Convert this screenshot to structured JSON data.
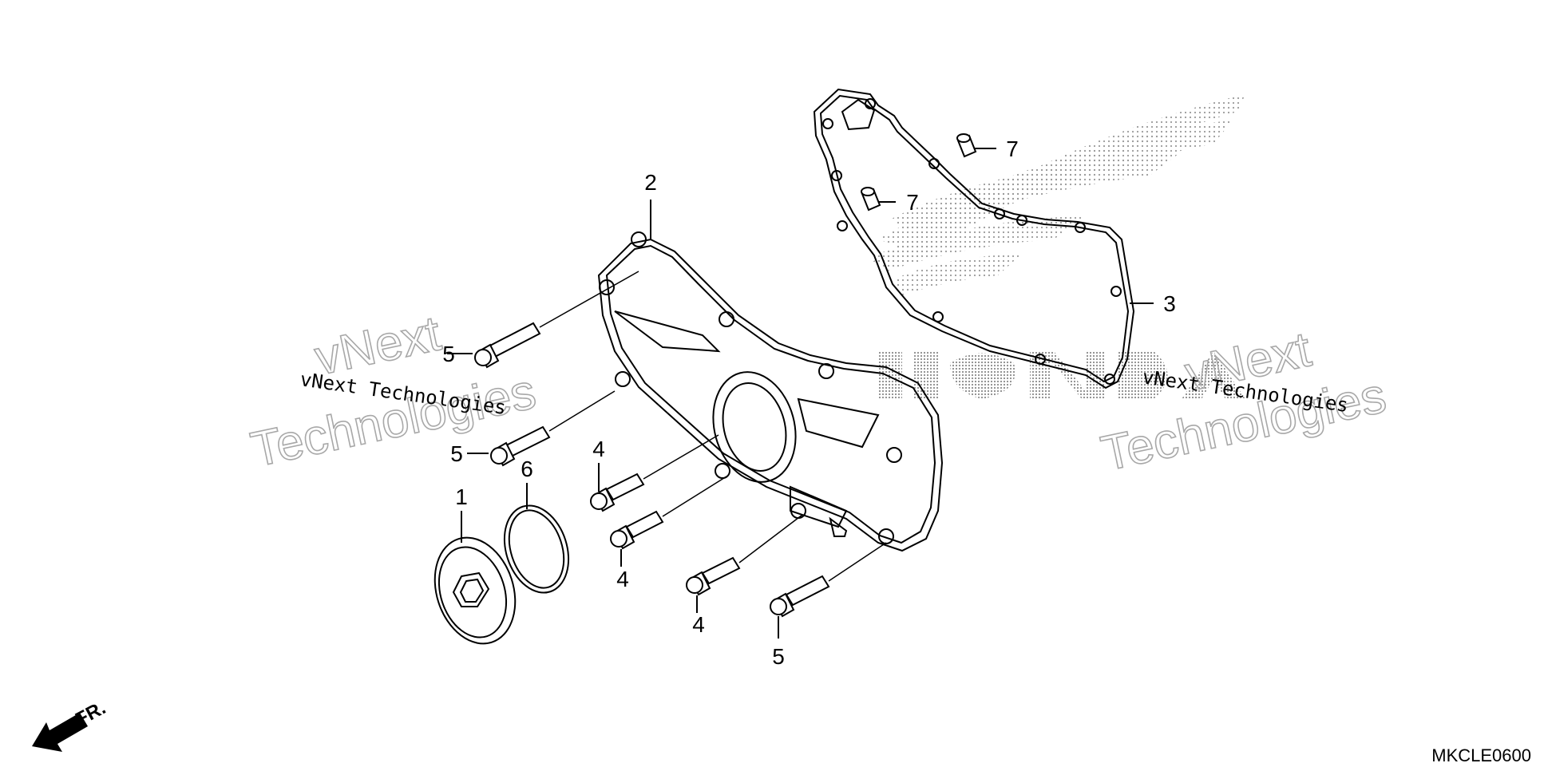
{
  "diagram": {
    "code": "MKCLE0600",
    "direction_label": "FR.",
    "watermarks": [
      "vNext",
      "Technologies",
      "vNext Technologies",
      "vNext",
      "Technologies",
      "vNext Technologies"
    ],
    "callouts": {
      "c1": "1",
      "c2": "2",
      "c3": "3",
      "c4a": "4",
      "c4b": "4",
      "c4c": "4",
      "c5a": "5",
      "c5b": "5",
      "c5c": "5",
      "c6": "6",
      "c7a": "7",
      "c7b": "7"
    },
    "icons": {
      "brand": "wing-logo-icon",
      "direction": "front-arrow-icon"
    }
  }
}
